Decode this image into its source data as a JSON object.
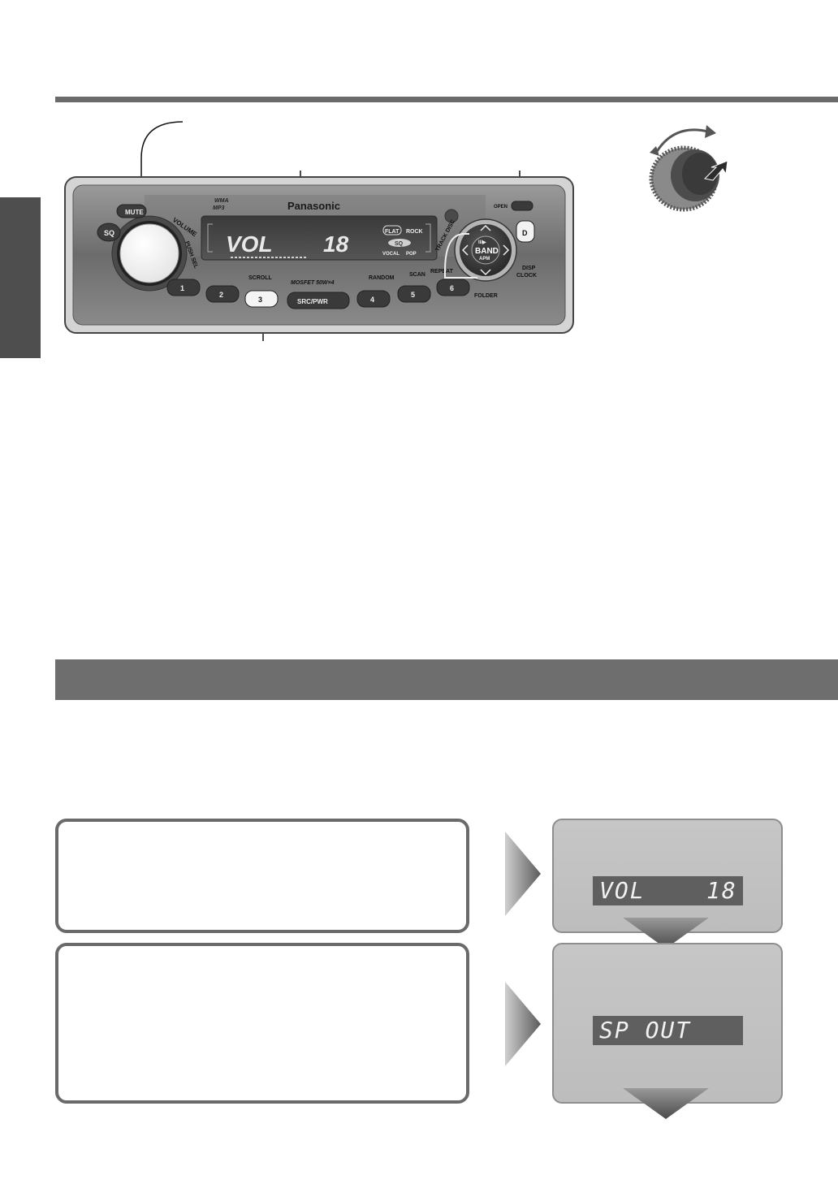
{
  "stereo": {
    "brand": "Panasonic",
    "format_badge_1": "WMA",
    "format_badge_2": "MP3",
    "display_mode": "VOL",
    "display_value": "18",
    "sq_modes": [
      "FLAT",
      "ROCK",
      "SQ",
      "VOCAL",
      "POP"
    ],
    "amp_badge": "MOSFET 50W×4",
    "left_buttons": {
      "mute": "MUTE",
      "sq": "SQ"
    },
    "knob_labels": {
      "volume": "VOLUME",
      "push_sel": "PUSH SEL"
    },
    "right_labels": {
      "open": "OPEN",
      "track_disc": "TRACK DISC",
      "disp_clock": "DISP CLOCK",
      "folder": "FOLDER",
      "d_button": "D"
    },
    "nav_center": {
      "play": "II/▶",
      "band": "BAND",
      "apm": "APM"
    },
    "function_labels": {
      "scroll": "SCROLL",
      "random": "RANDOM",
      "scan": "SCAN",
      "repeat": "REPEAT"
    },
    "preset_buttons": [
      "1",
      "2",
      "3",
      "4",
      "5",
      "6"
    ],
    "src_pwr": "SRC/PWR"
  },
  "steps": [
    {
      "display": "VOL    18"
    },
    {
      "display": "SP OUT"
    }
  ],
  "colors": {
    "rule": "#6b6b6b",
    "section_bar": "#6e6e6e",
    "panel": "#c1c1c1",
    "lcd": "#5f5f5f"
  }
}
